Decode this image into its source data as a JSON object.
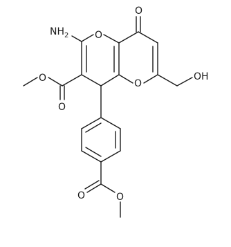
{
  "structure": {
    "atom_labels": {
      "amine": "NH2",
      "ring_oxygen_upper": "O",
      "ring_oxygen_lower": "O",
      "ketone_oxygen": "O",
      "hydroxyl": "OH",
      "ester1_carbonyl_o": "O",
      "ester1_ether_o": "O",
      "ester2_carbonyl_o": "O",
      "ester2_ether_o": "O"
    }
  }
}
